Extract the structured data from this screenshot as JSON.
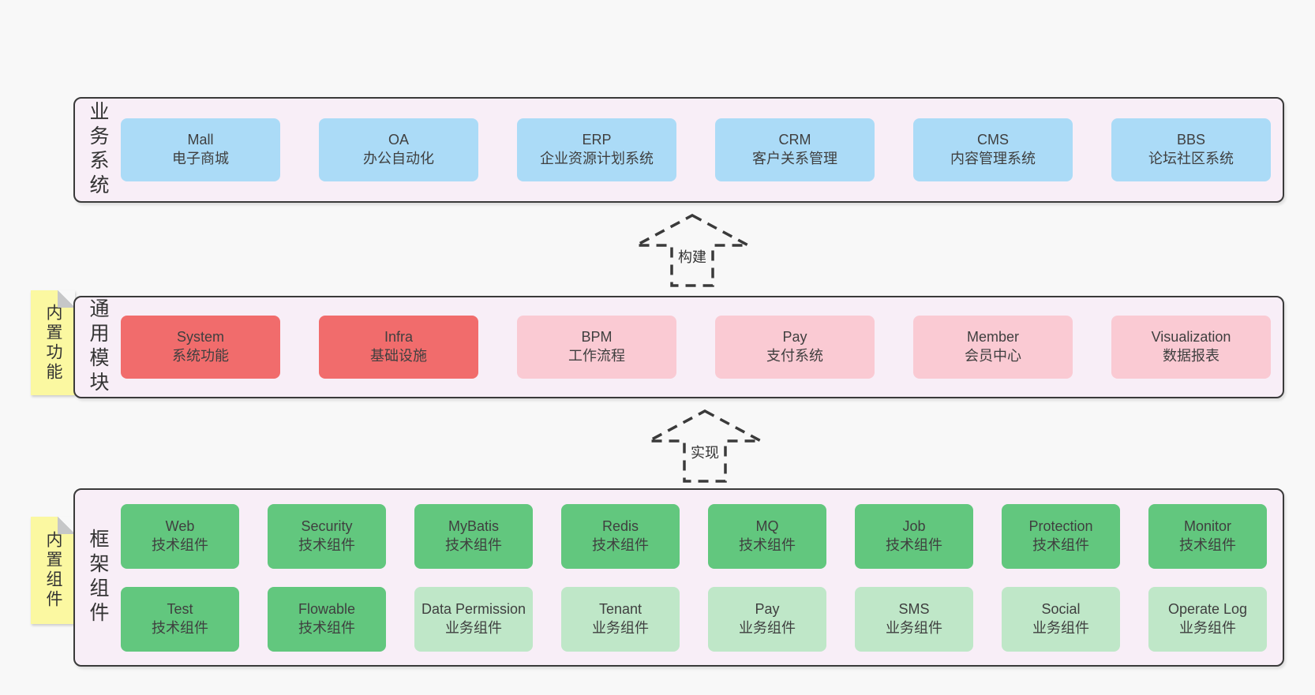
{
  "arrows": {
    "build": "构建",
    "implement": "实现"
  },
  "stickies": {
    "builtin_features": "内置功能",
    "builtin_components": "内置组件"
  },
  "panels": {
    "business": {
      "title": "业务系统",
      "boxes": [
        {
          "en": "Mall",
          "zh": "电子商城"
        },
        {
          "en": "OA",
          "zh": "办公自动化"
        },
        {
          "en": "ERP",
          "zh": "企业资源计划系统"
        },
        {
          "en": "CRM",
          "zh": "客户关系管理"
        },
        {
          "en": "CMS",
          "zh": "内容管理系统"
        },
        {
          "en": "BBS",
          "zh": "论坛社区系统"
        }
      ]
    },
    "modules": {
      "title": "通用模块",
      "boxes": [
        {
          "en": "System",
          "zh": "系统功能"
        },
        {
          "en": "Infra",
          "zh": "基础设施"
        },
        {
          "en": "BPM",
          "zh": "工作流程"
        },
        {
          "en": "Pay",
          "zh": "支付系统"
        },
        {
          "en": "Member",
          "zh": "会员中心"
        },
        {
          "en": "Visualization",
          "zh": "数据报表"
        }
      ]
    },
    "components": {
      "title": "框架组件",
      "row1": [
        {
          "en": "Web",
          "zh": "技术组件"
        },
        {
          "en": "Security",
          "zh": "技术组件"
        },
        {
          "en": "MyBatis",
          "zh": "技术组件"
        },
        {
          "en": "Redis",
          "zh": "技术组件"
        },
        {
          "en": "MQ",
          "zh": "技术组件"
        },
        {
          "en": "Job",
          "zh": "技术组件"
        },
        {
          "en": "Protection",
          "zh": "技术组件"
        },
        {
          "en": "Monitor",
          "zh": "技术组件"
        }
      ],
      "row2": [
        {
          "en": "Test",
          "zh": "技术组件"
        },
        {
          "en": "Flowable",
          "zh": "技术组件"
        },
        {
          "en": "Data Permission",
          "zh": "业务组件"
        },
        {
          "en": "Tenant",
          "zh": "业务组件"
        },
        {
          "en": "Pay",
          "zh": "业务组件"
        },
        {
          "en": "SMS",
          "zh": "业务组件"
        },
        {
          "en": "Social",
          "zh": "业务组件"
        },
        {
          "en": "Operate Log",
          "zh": "业务组件"
        }
      ]
    }
  },
  "colors": {
    "page_bg": "#f8f8f8",
    "panel_bg": "#f8eef7",
    "border": "#3a3a3a",
    "blue": "#abdbf7",
    "red": "#f16c6c",
    "pink": "#facad3",
    "green": "#62c77e",
    "green_light": "#bfe7c8",
    "sticky_yellow": "#fbf8a1"
  }
}
